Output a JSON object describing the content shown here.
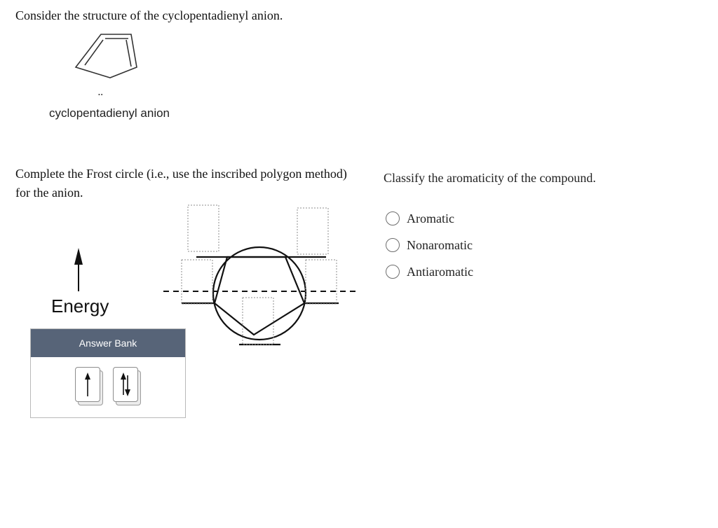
{
  "intro": {
    "text": "Consider the structure of the cyclopentadienyl anion."
  },
  "molecule": {
    "caption": "cyclopentadienyl anion",
    "lone_pair": "••"
  },
  "frost": {
    "instructions": "Complete the Frost circle (i.e., use the inscribed polygon method) for the anion.",
    "energy_label": "Energy"
  },
  "answer_bank": {
    "title": "Answer Bank",
    "tiles": [
      {
        "name": "single-electron",
        "icon": "up-arrow-icon"
      },
      {
        "name": "electron-pair",
        "icon": "up-down-arrows-icon"
      }
    ]
  },
  "question": {
    "text": "Classify the aromaticity of the compound.",
    "options": [
      {
        "label": "Aromatic",
        "selected": false
      },
      {
        "label": "Nonaromatic",
        "selected": false
      },
      {
        "label": "Antiaromatic",
        "selected": false
      }
    ]
  }
}
